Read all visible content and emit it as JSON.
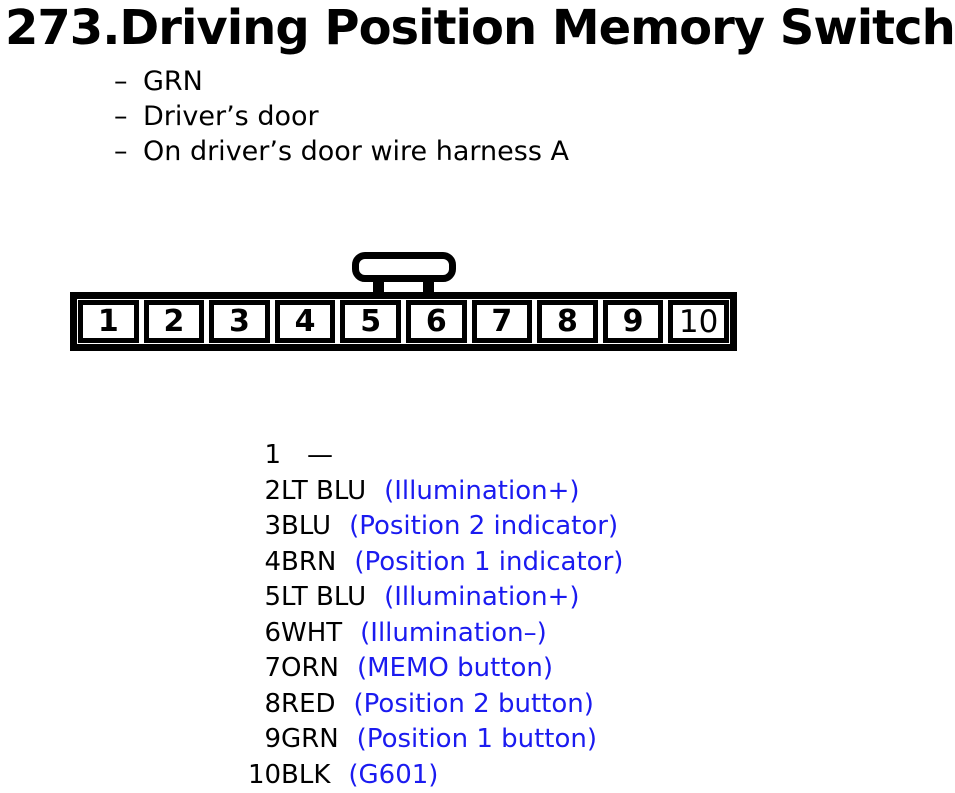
{
  "title": "273.Driving Position Memory Switch",
  "bullet": "–",
  "notes": [
    "GRN",
    "Driver’s door",
    "On driver’s door wire harness A"
  ],
  "connector": {
    "pins": [
      "1",
      "2",
      "3",
      "4",
      "5",
      "6",
      "7",
      "8",
      "9",
      "10"
    ]
  },
  "pins": [
    {
      "num": "1",
      "color": "",
      "desc": "—"
    },
    {
      "num": "2",
      "color": "LT BLU",
      "desc": "(Illumination+)"
    },
    {
      "num": "3",
      "color": "BLU",
      "desc": "(Position 2 indicator)"
    },
    {
      "num": "4",
      "color": "BRN",
      "desc": "(Position 1 indicator)"
    },
    {
      "num": "5",
      "color": "LT BLU",
      "desc": "(Illumination+)"
    },
    {
      "num": "6",
      "color": "WHT",
      "desc": "(Illumination–)"
    },
    {
      "num": "7",
      "color": "ORN",
      "desc": "(MEMO button)"
    },
    {
      "num": "8",
      "color": "RED",
      "desc": "(Position 2 button)"
    },
    {
      "num": "9",
      "color": "GRN",
      "desc": "(Position 1 button)"
    },
    {
      "num": "10",
      "color": "BLK",
      "desc": "(G601)"
    }
  ],
  "colors": {
    "ink": "#000000",
    "function_blue": "#1b1bf0",
    "background": "#ffffff"
  }
}
